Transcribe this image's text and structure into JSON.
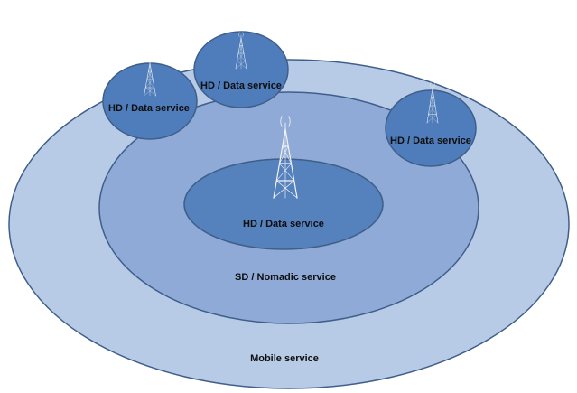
{
  "zones": {
    "mobile": {
      "label": "Mobile service",
      "color": "#b7cbe6"
    },
    "nomadic": {
      "label": "SD / Nomadic service",
      "color": "#8faad6"
    },
    "core": {
      "label": "HD / Data service",
      "color": "#5581bd"
    }
  },
  "cells": [
    {
      "label": "HD / Data service",
      "color": "#4f7cba"
    },
    {
      "label": "HD / Data service",
      "color": "#4f7cba"
    },
    {
      "label": "HD / Data service",
      "color": "#4f7cba"
    }
  ],
  "icons": {
    "tower": "radio-tower-icon"
  },
  "colors": {
    "outline": "#3f5f8a",
    "tower": "#f3f3f3",
    "text": "#0e0e0e"
  }
}
